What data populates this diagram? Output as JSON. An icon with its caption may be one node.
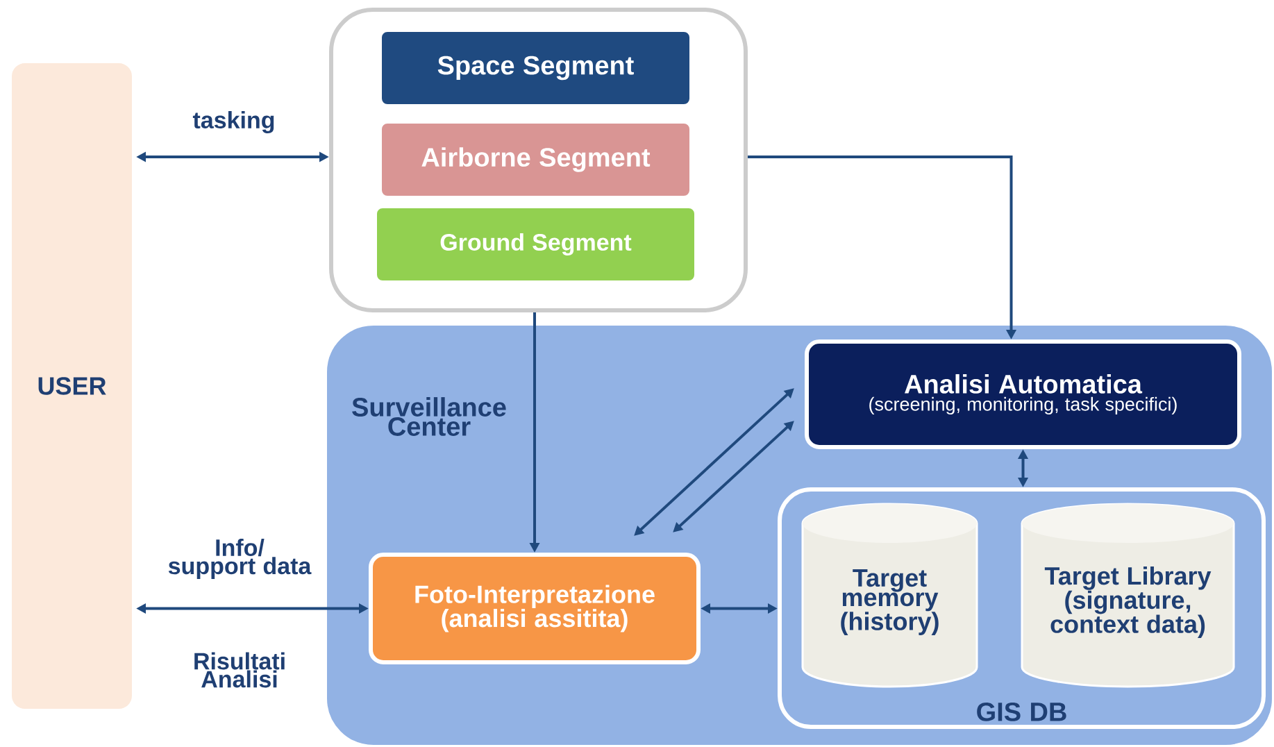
{
  "diagram": {
    "nodes": [
      {
        "text": [
          "USER"
        ]
      },
      {
        "text": [],
        "shape": "box"
      },
      {
        "text": [
          "Space Segment"
        ],
        "in": 1
      },
      {
        "text": [
          "Airborne Segment"
        ],
        "in": 1
      },
      {
        "text": [
          "Ground Segment"
        ],
        "in": 1
      },
      {
        "text": [
          "Surveillance Center"
        ]
      },
      {
        "text": [
          "Analisi Automatica",
          "(screening, monitoring, task specifici)"
        ],
        "in": 5
      },
      {
        "text": [
          "GIS DB"
        ],
        "in": 5
      },
      {
        "text": [
          "Target memory (history)"
        ],
        "in": 7
      },
      {
        "text": [
          "Target Library (signature, context data)"
        ],
        "in": 7
      },
      {
        "text": [
          "Foto-Interpretazione (analisi assitita)"
        ],
        "in": 5
      }
    ],
    "edges": [
      {
        "from": 0,
        "to": 1,
        "arrow": "both",
        "label": "tasking"
      },
      {
        "from": 1,
        "to": 6,
        "arrow": "to"
      },
      {
        "from": 1,
        "to": 10,
        "arrow": "to"
      },
      {
        "from": 10,
        "to": 6,
        "arrow": "both"
      },
      {
        "from": 10,
        "to": 6,
        "arrow": "both"
      },
      {
        "from": 0,
        "to": 10,
        "arrow": "both",
        "label": "Info/ support data"
      },
      {
        "from": 10,
        "to": 7,
        "arrow": "both"
      },
      {
        "from": 6,
        "to": 7,
        "arrow": "both"
      }
    ],
    "labels": [
      "Risultati Analisi"
    ]
  }
}
